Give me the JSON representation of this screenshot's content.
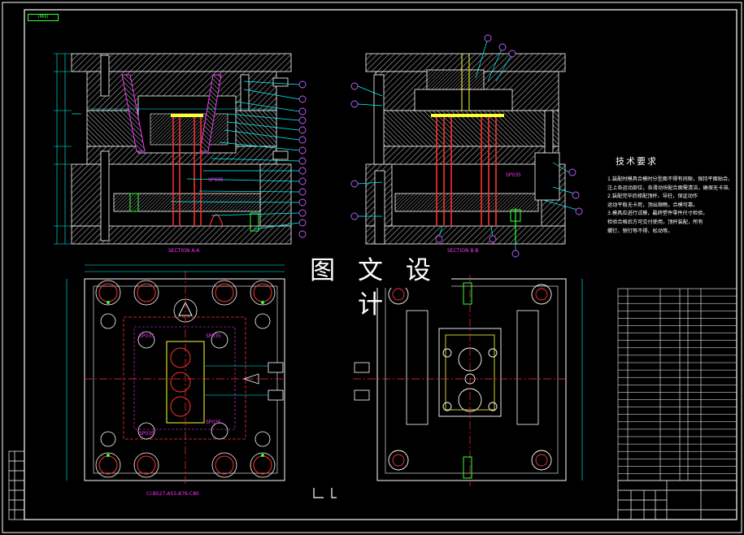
{
  "watermark": "图 文 设 计",
  "frame_tag": "(Mill)",
  "section_labels": {
    "left": "SECTION A-A",
    "right": "SECTION B-B"
  },
  "mold_code": "CI-BS27-A55-B76-C80",
  "part_tags": {
    "tl1": "SP035",
    "tr1": "SP035",
    "plan1": "SP035",
    "plan2": "SP035",
    "plan3": "SP035",
    "plan4": "SP035"
  },
  "tech_requirements": {
    "title": "技术要求",
    "lines": [
      "1.装配时模具合模时分型面不得有间隙，保持平面贴合。",
      "  注上各运动部位，各滑动块配合面需清洁，确保无卡滞。",
      "2.装配完毕后修配顶杆、导柱，保证动作",
      "  运动平稳无卡死，顶出顺畅，合模可靠。",
      "3.模具应进行试模，最终塑件零件尺寸检验，",
      "  检验合格后方可交付使用，顶杆装配，所有",
      "  螺钉、销钉等不得、松动等。"
    ]
  },
  "colors": {
    "background": "#000000",
    "frame": "#ffffff",
    "hatch": "#c8c8c8",
    "cyan": "#00ffff",
    "red": "#ff3030",
    "magenta": "#ff33ff",
    "green": "#33ff33",
    "yellow": "#ffff33",
    "blue": "#4060ff",
    "balloon": "#c060ff"
  }
}
